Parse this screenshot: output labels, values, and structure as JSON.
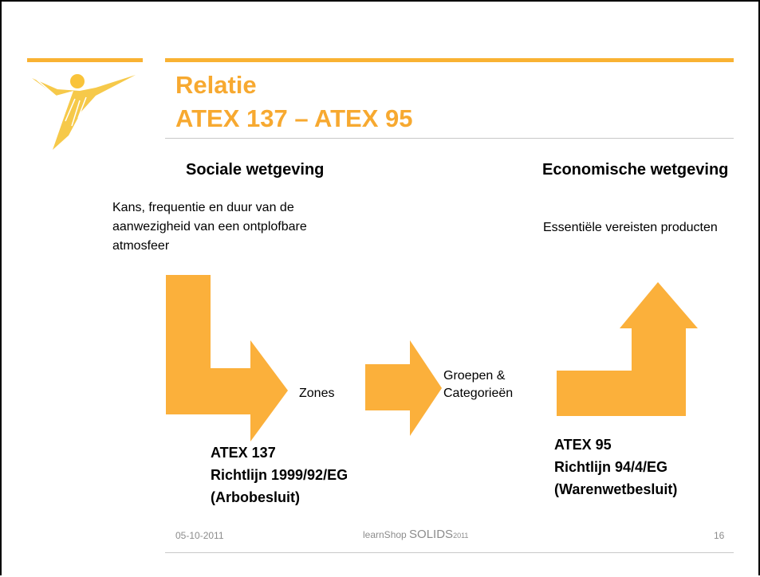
{
  "slide": {
    "title_line1": "Relatie",
    "title_line2": "ATEX 137 – ATEX 95",
    "left_heading": "Sociale wetgeving",
    "right_heading": "Economische wetgeving",
    "left_text": [
      "Kans, frequentie en duur van de",
      "aanwezigheid van een ontplofbare",
      "atmosfeer"
    ],
    "right_text": "Essentiële vereisten producten",
    "zones_label": "Zones",
    "groups_label": [
      "Groepen &",
      "Categorieën"
    ],
    "left_block": [
      "ATEX 137",
      "Richtlijn 1999/92/EG",
      "(Arbobesluit)"
    ],
    "right_block": [
      "ATEX 95",
      "Richtlijn 94/4/EG",
      "(Warenwetbesluit)"
    ]
  },
  "footer": {
    "date": "05-10-2011",
    "brand_prefix": "learnShop ",
    "brand_main": "SOLIDS",
    "brand_year": "2011",
    "page_number": "16"
  },
  "colors": {
    "accent": "#F9B233",
    "title": "#F7A930",
    "arrow": "#FBB03B"
  }
}
